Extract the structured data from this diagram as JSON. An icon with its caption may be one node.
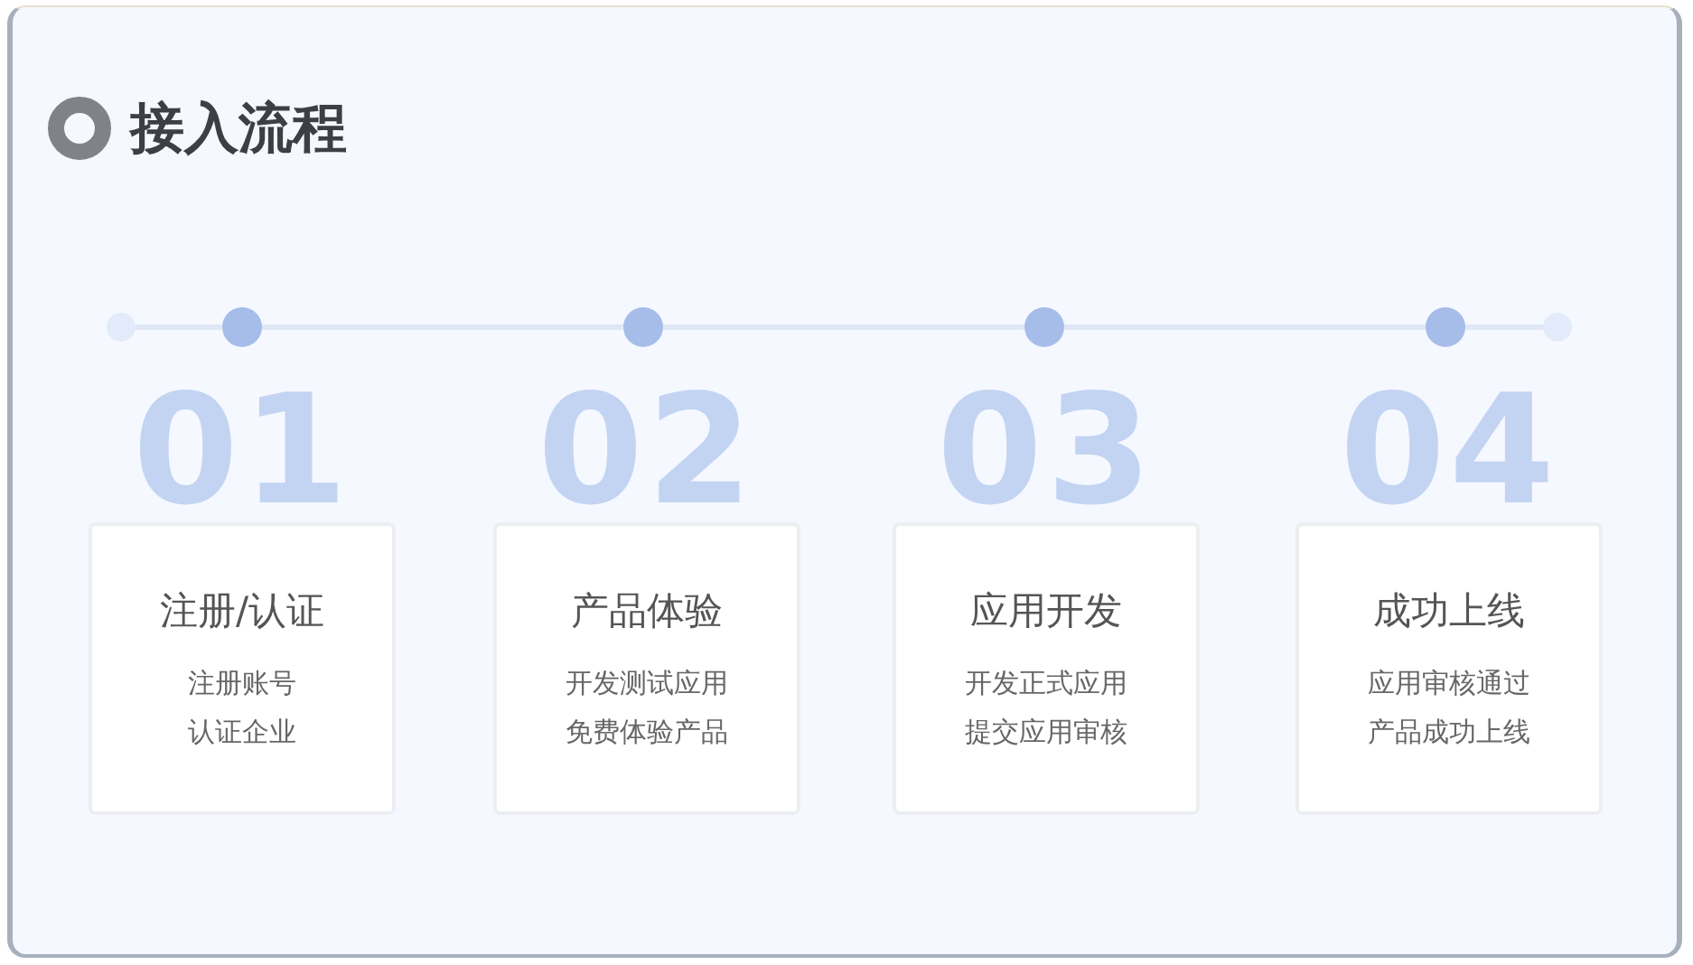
{
  "diagram": {
    "title": "接入流程",
    "nodes": [
      {
        "text": [],
        "shape": "circle"
      },
      {
        "text": [],
        "shape": "circle"
      },
      {
        "text": [],
        "shape": "circle"
      },
      {
        "text": [],
        "shape": "circle"
      },
      {
        "text": [],
        "shape": "circle"
      },
      {
        "text": [],
        "shape": "circle"
      },
      {
        "text": [
          "注册/认证",
          "注册账号",
          "认证企业"
        ],
        "beside": [
          "01"
        ]
      },
      {
        "text": [
          "产品体验",
          "开发测试应用",
          "免费体验产品"
        ],
        "beside": [
          "02"
        ]
      },
      {
        "text": [
          "应用开发",
          "开发正式应用",
          "提交应用审核"
        ],
        "beside": [
          "03"
        ]
      },
      {
        "text": [
          "成功上线",
          "应用审核通过",
          "产品成功上线"
        ],
        "beside": [
          "04"
        ]
      }
    ],
    "edges": [
      {
        "from": 0,
        "to": 1,
        "arrow": "none"
      },
      {
        "from": 1,
        "to": 2,
        "arrow": "none"
      },
      {
        "from": 2,
        "to": 3,
        "arrow": "none"
      },
      {
        "from": 3,
        "to": 4,
        "arrow": "none"
      },
      {
        "from": 4,
        "to": 5,
        "arrow": "none"
      }
    ]
  }
}
